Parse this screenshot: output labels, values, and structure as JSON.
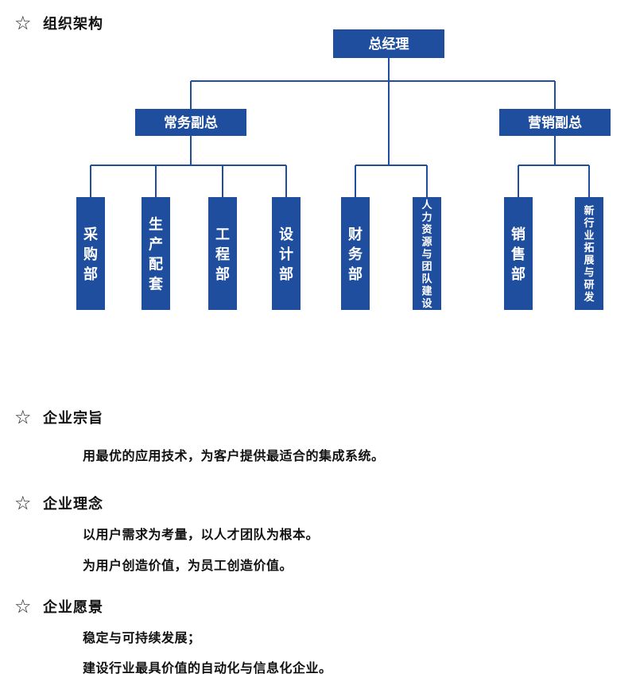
{
  "sections": {
    "org": {
      "title": "组织架构",
      "icon": "star-outline-icon"
    },
    "mission": {
      "title": "企业宗旨",
      "icon": "star-outline-icon",
      "lines": [
        "用最优的应用技术，为客户提供最适合的集成系统。"
      ]
    },
    "philosophy": {
      "title": "企业理念",
      "icon": "star-outline-icon",
      "lines": [
        "以用户需求为考量，以人才团队为根本。",
        "为用户创造价值，为员工创造价值。"
      ]
    },
    "vision": {
      "title": "企业愿景",
      "icon": "star-outline-icon",
      "lines": [
        "稳定与可持续发展；",
        "建设行业最具价值的自动化与信息化企业。"
      ]
    }
  },
  "org_chart": {
    "node_color": "#1f4e9e",
    "line_color": "#1f4e9e",
    "root": "总经理",
    "vps": [
      "常务副总",
      "营销副总"
    ],
    "departments": [
      {
        "label": "采购部",
        "parent": "常务副总"
      },
      {
        "label": "生产配套",
        "parent": "常务副总"
      },
      {
        "label": "工程部",
        "parent": "常务副总"
      },
      {
        "label": "设计部",
        "parent": "常务副总"
      },
      {
        "label": "财务部",
        "parent": "总经理"
      },
      {
        "label": "人力资源与团队建设",
        "parent": "总经理"
      },
      {
        "label": "销售部",
        "parent": "营销副总"
      },
      {
        "label": "新行业拓展与研发",
        "parent": "营销副总"
      }
    ]
  }
}
